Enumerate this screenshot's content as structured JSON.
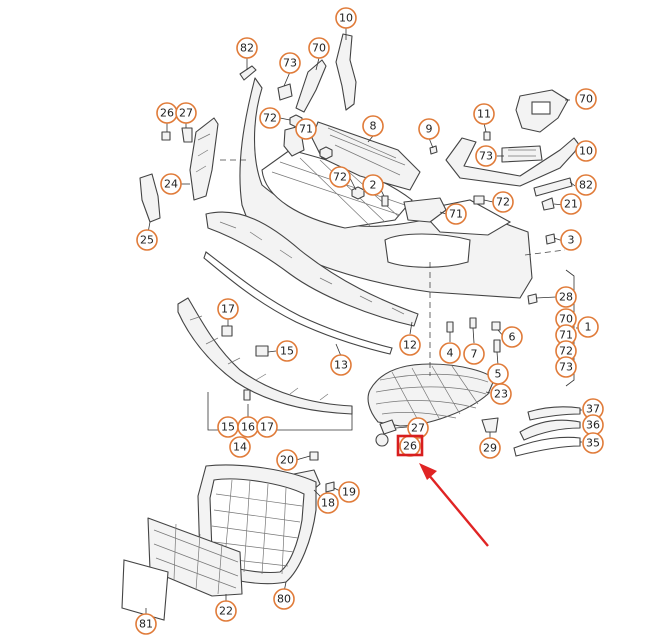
{
  "colors": {
    "callout_ring": "#e07b39",
    "highlight_box": "#d81e1e",
    "arrow": "#e02424",
    "line_art": "#444444"
  },
  "highlight": {
    "label": "26"
  },
  "callouts": [
    {
      "label": "10"
    },
    {
      "label": "82"
    },
    {
      "label": "70"
    },
    {
      "label": "73"
    },
    {
      "label": "26"
    },
    {
      "label": "27"
    },
    {
      "label": "72"
    },
    {
      "label": "71"
    },
    {
      "label": "8"
    },
    {
      "label": "9"
    },
    {
      "label": "11"
    },
    {
      "label": "70"
    },
    {
      "label": "73"
    },
    {
      "label": "10"
    },
    {
      "label": "24"
    },
    {
      "label": "72"
    },
    {
      "label": "2"
    },
    {
      "label": "82"
    },
    {
      "label": "72"
    },
    {
      "label": "71"
    },
    {
      "label": "21"
    },
    {
      "label": "25"
    },
    {
      "label": "3"
    },
    {
      "label": "28"
    },
    {
      "label": "17"
    },
    {
      "label": "15"
    },
    {
      "label": "12"
    },
    {
      "label": "13"
    },
    {
      "label": "4"
    },
    {
      "label": "7"
    },
    {
      "label": "6"
    },
    {
      "label": "70"
    },
    {
      "label": "71"
    },
    {
      "label": "1"
    },
    {
      "label": "72"
    },
    {
      "label": "73"
    },
    {
      "label": "5"
    },
    {
      "label": "23"
    },
    {
      "label": "37"
    },
    {
      "label": "36"
    },
    {
      "label": "35"
    },
    {
      "label": "27"
    },
    {
      "label": "26"
    },
    {
      "label": "29"
    },
    {
      "label": "15"
    },
    {
      "label": "16"
    },
    {
      "label": "17"
    },
    {
      "label": "14"
    },
    {
      "label": "20"
    },
    {
      "label": "19"
    },
    {
      "label": "18"
    },
    {
      "label": "81"
    },
    {
      "label": "22"
    },
    {
      "label": "80"
    }
  ]
}
